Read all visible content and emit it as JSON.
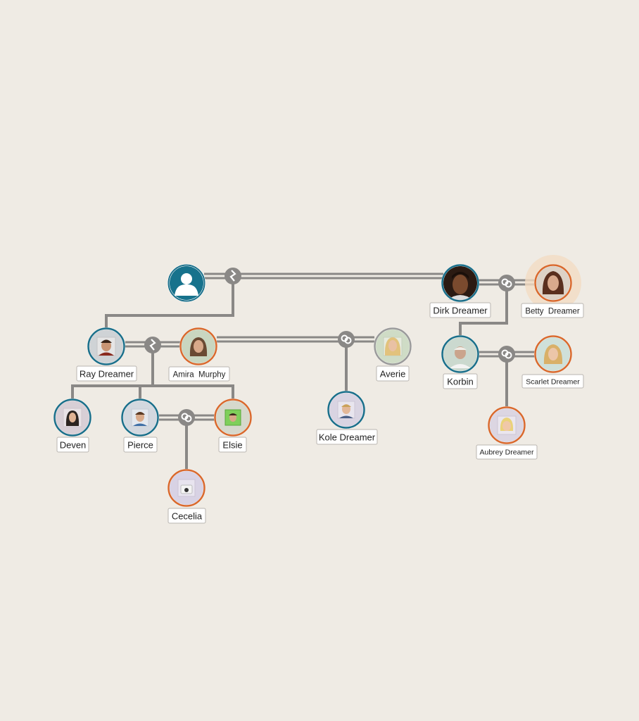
{
  "colors": {
    "background": "#efebe4",
    "line": "#8a8886",
    "male_ring": "#1a6f8a",
    "female_ring": "#d9692d",
    "neutral_ring": "#9a9a9a",
    "unknown_fill": "#17728c",
    "connector": "#8a8886",
    "tag_border": "#b9b5b0",
    "tag_fill": "#ffffff",
    "highlight": "#f2dcc3"
  },
  "sims": {
    "unknown": {
      "label": "",
      "icon": "person-silhouette-icon",
      "gender": "unknown"
    },
    "dirk": {
      "label": "Dirk Dreamer",
      "gender": "male"
    },
    "betty": {
      "label": "Betty  Dreamer",
      "gender": "female",
      "selected": true
    },
    "ray": {
      "label": "Ray Dreamer",
      "gender": "male"
    },
    "amira": {
      "label": "Amira  Murphy",
      "gender": "female"
    },
    "averie": {
      "label": "Averie",
      "gender": "neutral"
    },
    "korbin": {
      "label": "Korbin",
      "gender": "male"
    },
    "scarlet": {
      "label": "Scarlet Dreamer",
      "gender": "female"
    },
    "deven": {
      "label": "Deven",
      "gender": "male"
    },
    "pierce": {
      "label": "Pierce",
      "gender": "male"
    },
    "elsie": {
      "label": "Elsie",
      "gender": "female"
    },
    "kole": {
      "label": "Kole Dreamer",
      "gender": "male"
    },
    "aubrey": {
      "label": "Aubrey Dreamer",
      "gender": "female"
    },
    "cecelia": {
      "label": "Cecelia",
      "gender": "female"
    }
  },
  "relationships": [
    {
      "type": "divorced",
      "icon": "broken-link-icon"
    },
    {
      "type": "married",
      "icon": "rings-icon"
    }
  ]
}
